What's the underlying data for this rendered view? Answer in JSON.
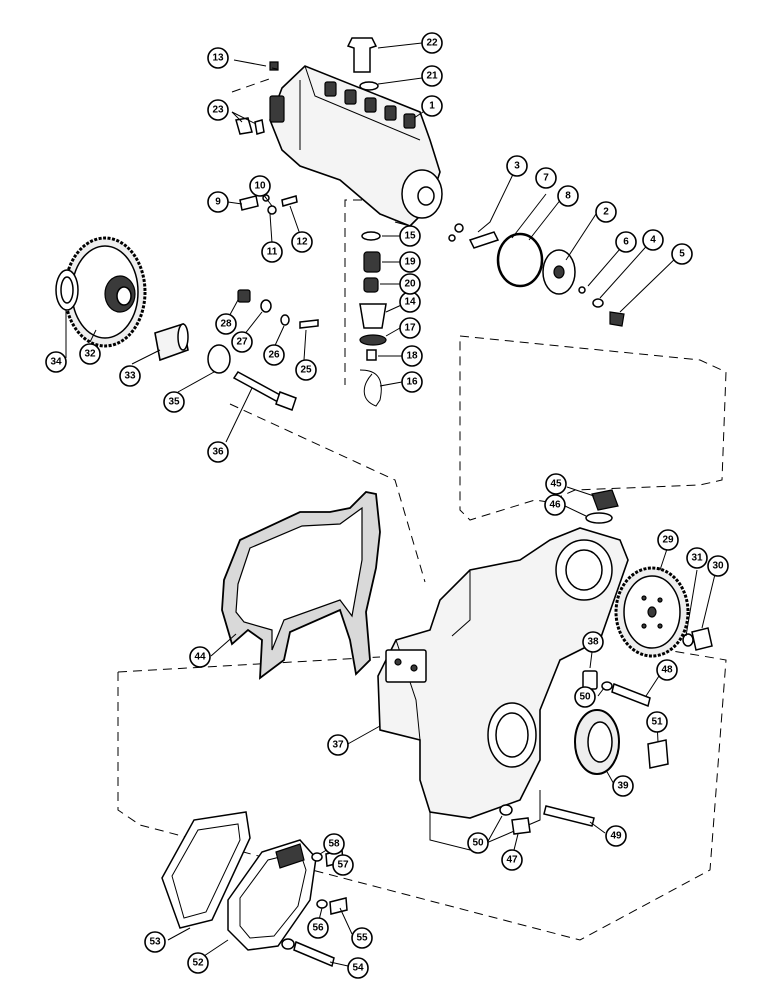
{
  "diagram": {
    "callouts": [
      "1",
      "2",
      "3",
      "4",
      "5",
      "6",
      "7",
      "8",
      "9",
      "10",
      "11",
      "12",
      "13",
      "14",
      "15",
      "16",
      "17",
      "18",
      "19",
      "20",
      "21",
      "22",
      "23",
      "25",
      "26",
      "27",
      "28",
      "29",
      "30",
      "31",
      "32",
      "33",
      "34",
      "35",
      "36",
      "37",
      "38",
      "39",
      "44",
      "45",
      "46",
      "47",
      "48",
      "49",
      "50",
      "50",
      "51",
      "52",
      "53",
      "54",
      "55",
      "56",
      "57",
      "58"
    ]
  },
  "colors": {
    "line": "#000000",
    "background": "#ffffff",
    "gasket": "#d9d9d9"
  }
}
